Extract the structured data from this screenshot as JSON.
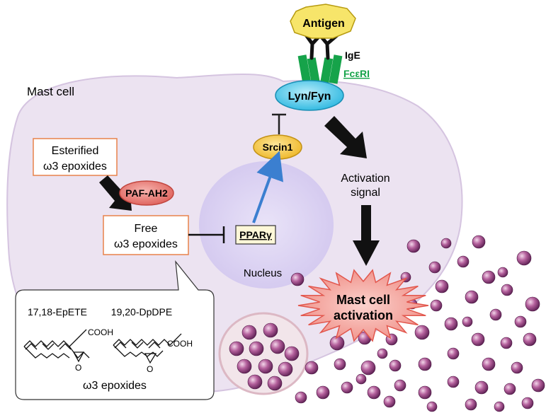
{
  "labels": {
    "mast_cell": "Mast cell",
    "antigen": "Antigen",
    "ige": "IgE",
    "fceri": "FcεRI",
    "lyn_fyn": "Lyn/Fyn",
    "srcin1": "Srcin1",
    "esterified_line1": "Esterified",
    "esterified_line2": "ω3 epoxides",
    "paf_ah2": "PAF-AH2",
    "free_line1": "Free",
    "free_line2": "ω3 epoxides",
    "ppar": "PPARγ",
    "nucleus": "Nucleus",
    "activation_signal_line1": "Activation",
    "activation_signal_line2": "signal",
    "mast_cell_activation_line1": "Mast cell",
    "mast_cell_activation_line2": "activation",
    "epete": "17,18-EpETE",
    "dpdpe": "19,20-DpDPE",
    "cooh_1": "COOH",
    "cooh_2": "COOH",
    "o_1": "O",
    "o_2": "O",
    "omega3_epoxides": "ω3 epoxides"
  },
  "colors": {
    "cell_fill": "#ece3f1",
    "nucleus_fill": "#ddd5f2",
    "antigen_fill": "#f7e56a",
    "lyn_fill": "#49c7e9",
    "srcin_fill": "#f5c842",
    "paf_fill": "#e8736e",
    "receptor_green": "#16a34a",
    "fceri_text": "#16a34a",
    "box_border": "#e8824a",
    "blue_arrow": "#3b7fd0",
    "granule": "#8a3a78",
    "burst_fill": "#f5a6a0"
  }
}
